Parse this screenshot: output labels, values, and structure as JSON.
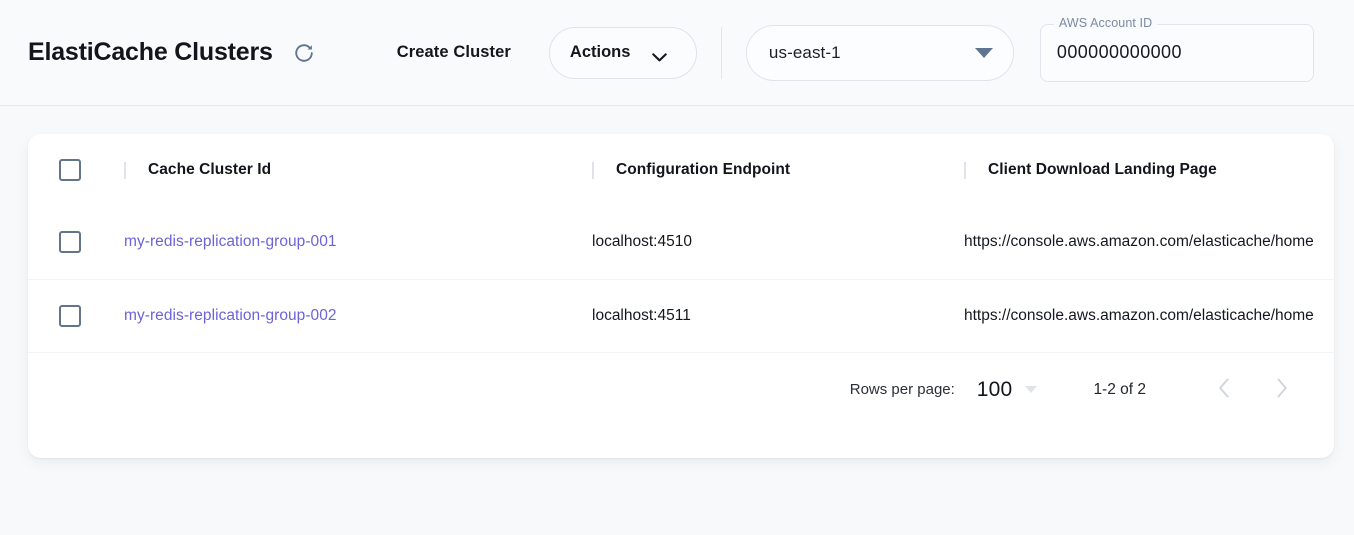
{
  "header": {
    "title": "ElastiCache Clusters",
    "refresh_icon": "refresh-icon",
    "create_cluster_label": "Create Cluster",
    "actions_label": "Actions",
    "actions_caret_icon": "chevron-down-icon",
    "region": {
      "selected": "us-east-1",
      "caret_icon": "caret-down-icon"
    },
    "account": {
      "label": "AWS Account ID",
      "value": "000000000000"
    }
  },
  "table": {
    "columns": [
      {
        "key": "check",
        "label": ""
      },
      {
        "key": "id",
        "label": "Cache Cluster Id"
      },
      {
        "key": "endpoint",
        "label": "Configuration Endpoint"
      },
      {
        "key": "download",
        "label": "Client Download Landing Page"
      }
    ],
    "rows": [
      {
        "id": "my-redis-replication-group-001",
        "endpoint": "localhost:4510",
        "download": "https://console.aws.amazon.com/elasticache/home"
      },
      {
        "id": "my-redis-replication-group-002",
        "endpoint": "localhost:4511",
        "download": "https://console.aws.amazon.com/elasticache/home"
      }
    ]
  },
  "pagination": {
    "rows_per_page_label": "Rows per page:",
    "rows_per_page_value": "100",
    "range_label": "1-2 of 2",
    "prev_icon": "chevron-left-icon",
    "next_icon": "chevron-right-icon"
  },
  "colors": {
    "link": "#6c63d8",
    "page_bg": "#f7f9fb",
    "card_bg": "#ffffff",
    "icon_slate": "#5f7490"
  }
}
